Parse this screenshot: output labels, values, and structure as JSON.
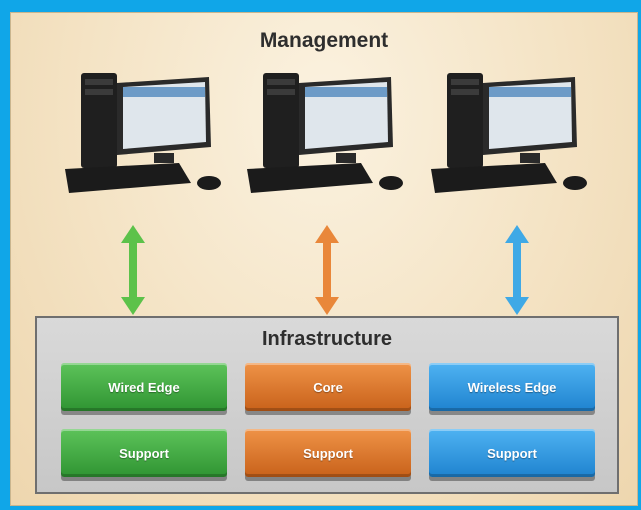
{
  "management": {
    "title": "Management"
  },
  "computers": [
    {
      "name": "computer-1",
      "icon": "desktop-computer-icon"
    },
    {
      "name": "computer-2",
      "icon": "desktop-computer-icon"
    },
    {
      "name": "computer-3",
      "icon": "desktop-computer-icon"
    }
  ],
  "arrows": [
    {
      "color": "#5cc24a",
      "icon": "double-arrow-icon"
    },
    {
      "color": "#e9873a",
      "icon": "double-arrow-icon"
    },
    {
      "color": "#3fa9e6",
      "icon": "double-arrow-icon"
    }
  ],
  "infrastructure": {
    "title": "Infrastructure",
    "columns": [
      {
        "color": "green",
        "top": "Wired Edge",
        "bottom": "Support"
      },
      {
        "color": "orange",
        "top": "Core",
        "bottom": "Support"
      },
      {
        "color": "blue",
        "top": "Wireless Edge",
        "bottom": "Support"
      }
    ]
  },
  "colors": {
    "background": "#10a6e8",
    "panel": "#f4e3c4",
    "infra": "#cfcfcf"
  }
}
